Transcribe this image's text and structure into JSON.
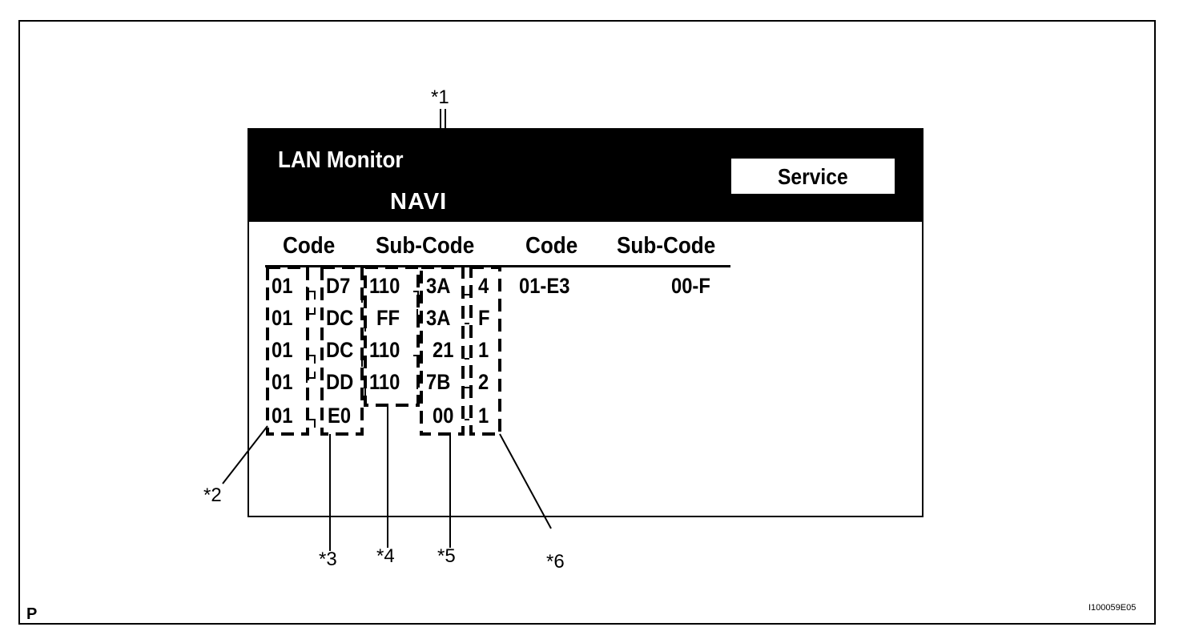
{
  "screen": {
    "title": "LAN Monitor",
    "ecu": "NAVI",
    "service_button": "Service",
    "columns": [
      "Code",
      "Sub-Code",
      "Code",
      "Sub-Code"
    ],
    "rows_left": [
      [
        "01",
        "D7",
        "110",
        "3A",
        "4"
      ],
      [
        "01",
        "DC",
        "FF",
        "3A",
        "F"
      ],
      [
        "01",
        "DC",
        "110",
        "21",
        "1"
      ],
      [
        "01",
        "DD",
        "110",
        "7B",
        "2"
      ],
      [
        "01",
        "E0",
        "",
        "00",
        "1"
      ]
    ],
    "row_right": {
      "code": "01-E3",
      "sub_code": "00-F"
    }
  },
  "callouts": [
    "*1",
    "*2",
    "*3",
    "*4",
    "*5",
    "*6"
  ],
  "corner_marker": "P",
  "figure_id": "I100059E05"
}
